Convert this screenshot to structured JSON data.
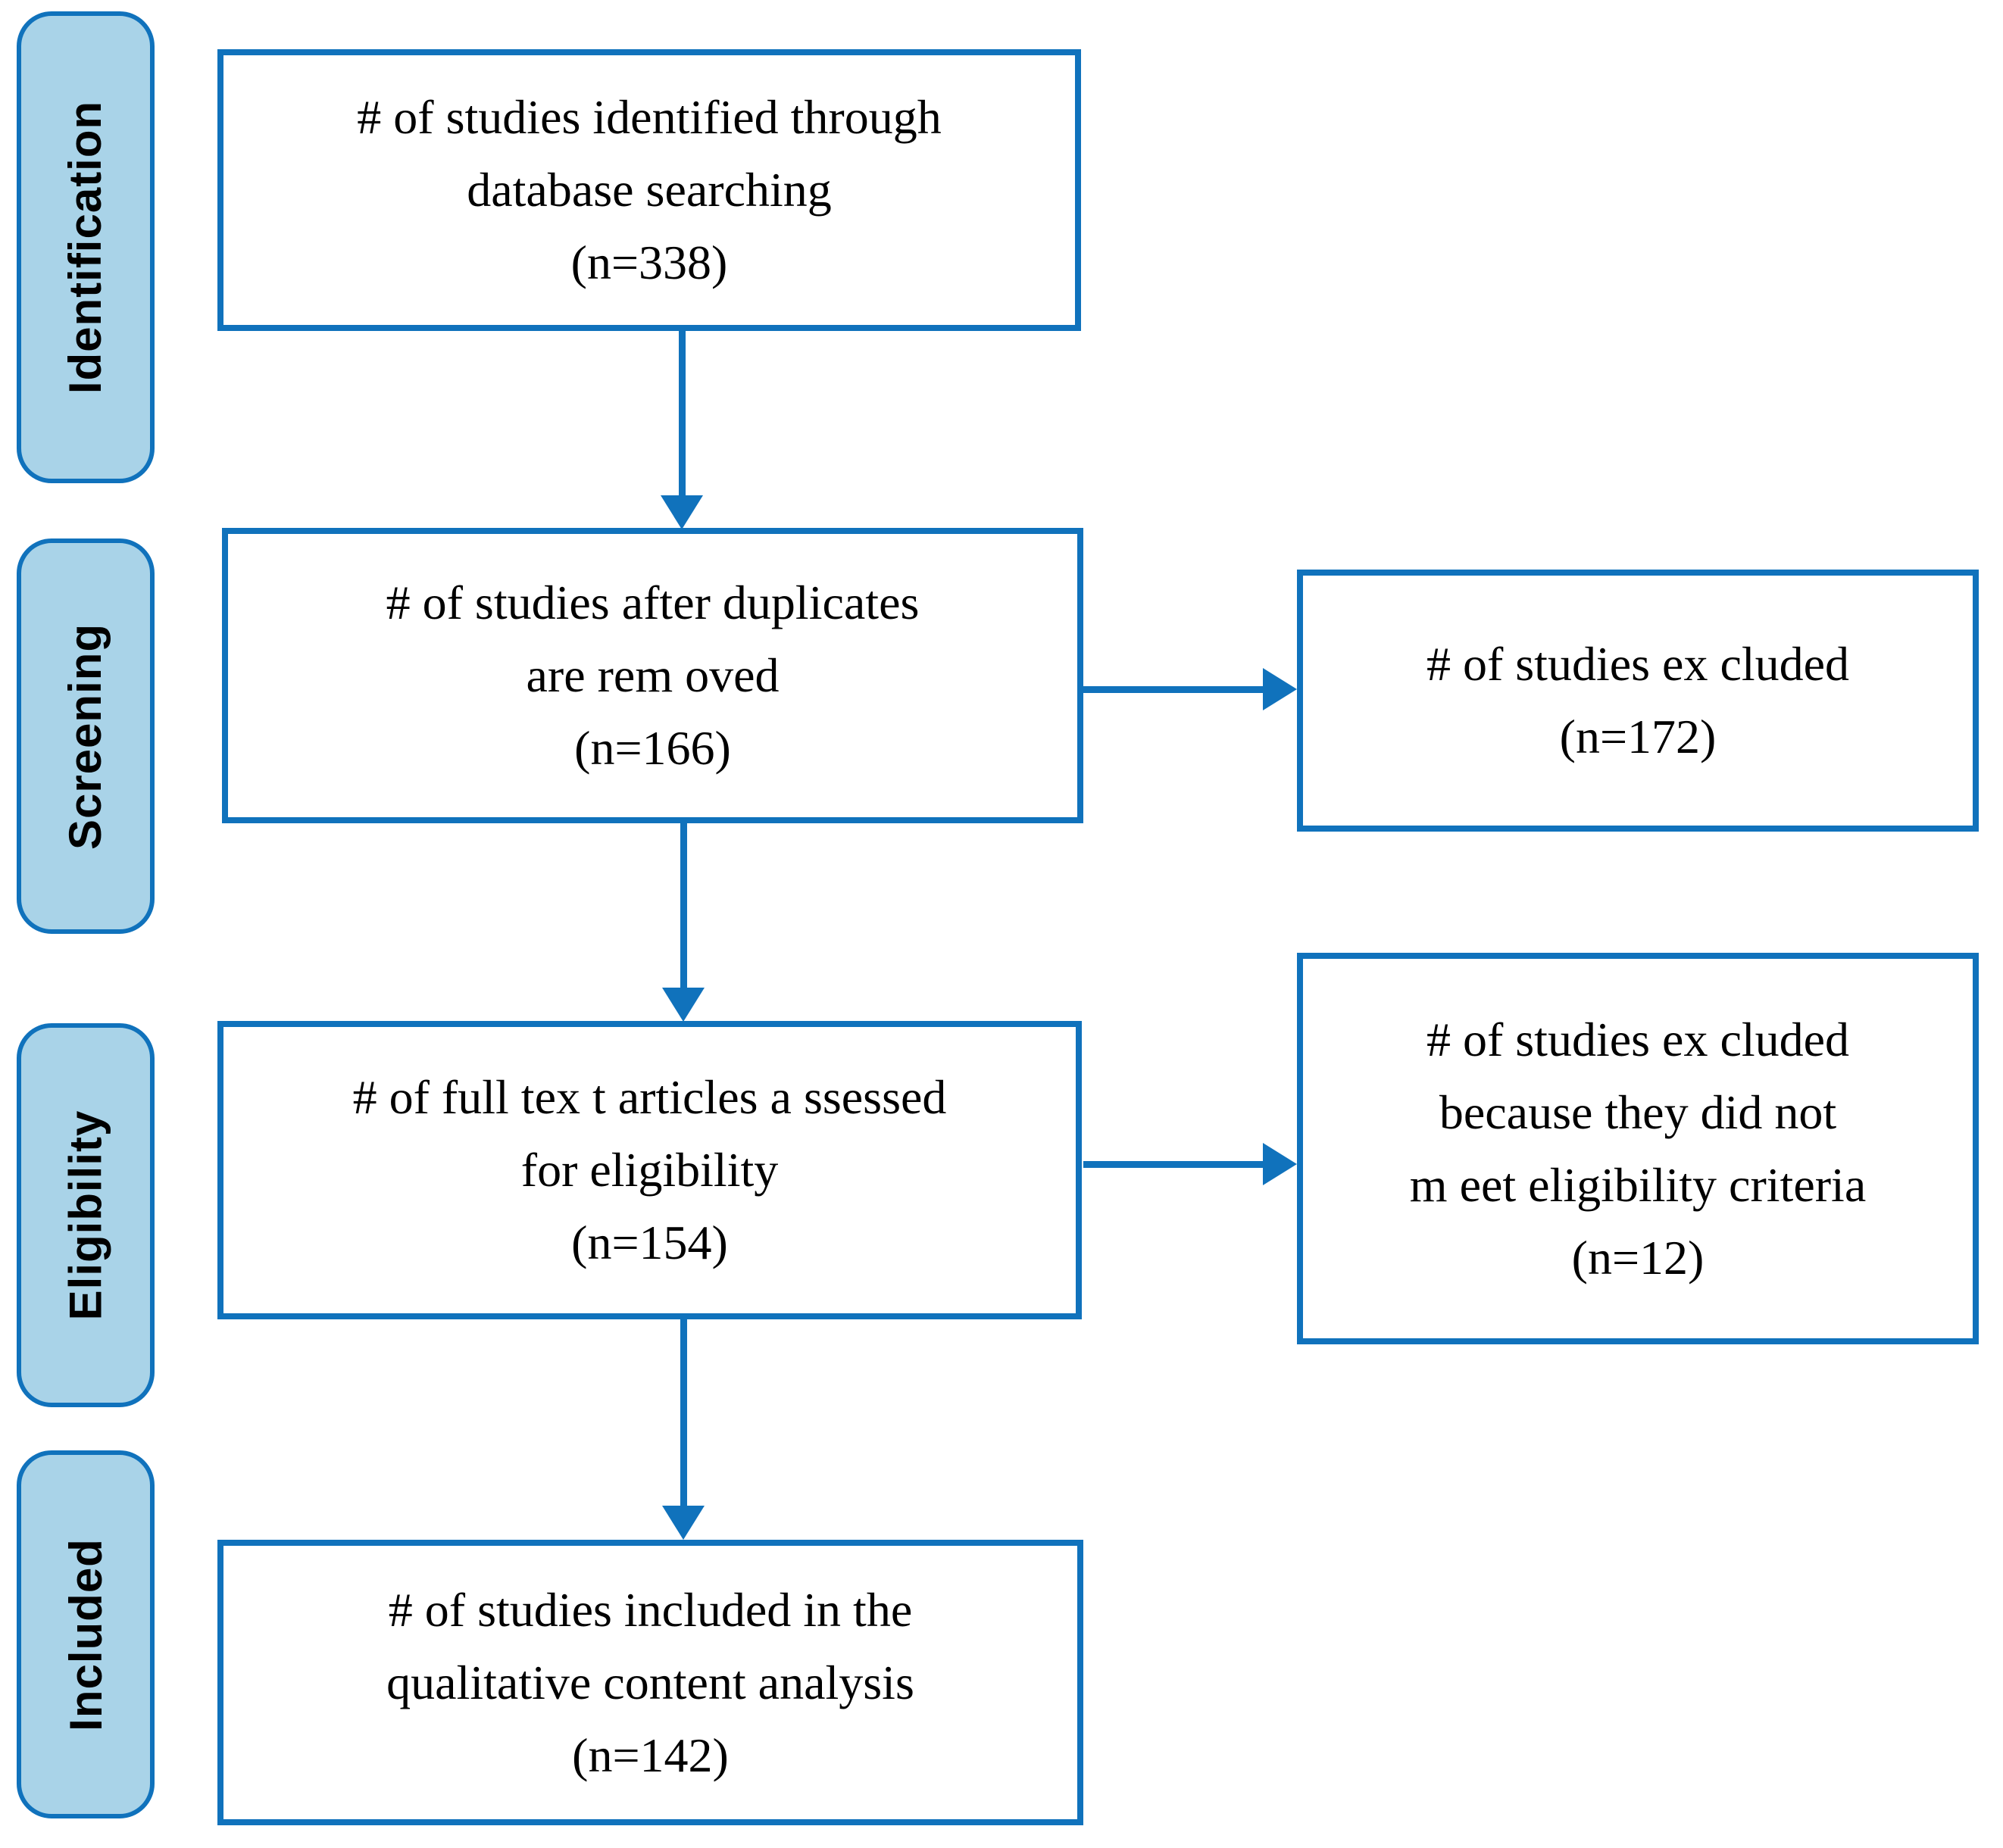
{
  "colors": {
    "accent_blue": "#1072bc",
    "stage_fill": "#a9d3e8",
    "box_fill": "#ffffff",
    "text": "#000000"
  },
  "stages": [
    {
      "label": "Identification"
    },
    {
      "label": "Screening"
    },
    {
      "label": "Eligibility"
    },
    {
      "label": "Included"
    }
  ],
  "boxes": {
    "identified": {
      "text": "# of studies identified through\ndatabase searching\n(n=338)",
      "n": 338
    },
    "deduplicated": {
      "text": "# of studies after duplicates\nare rem oved\n(n=166)",
      "n": 166
    },
    "excluded_screening": {
      "text": "# of studies ex cluded\n(n=172)",
      "n": 172
    },
    "fulltext": {
      "text": "# of full tex t articles a ssessed\nfor eligibility\n(n=154)",
      "n": 154
    },
    "excluded_eligibility": {
      "text": "# of studies ex cluded\nbecause they did not\nm eet eligibility criteria\n(n=12)",
      "n": 12
    },
    "included": {
      "text": "# of studies included in the\nqualitative content analysis\n(n=142)",
      "n": 142
    }
  },
  "connectors": [
    {
      "from": "identified",
      "to": "deduplicated",
      "direction": "down"
    },
    {
      "from": "deduplicated",
      "to": "excluded_screening",
      "direction": "right"
    },
    {
      "from": "deduplicated",
      "to": "fulltext",
      "direction": "down"
    },
    {
      "from": "fulltext",
      "to": "excluded_eligibility",
      "direction": "right"
    },
    {
      "from": "fulltext",
      "to": "included",
      "direction": "down"
    }
  ]
}
